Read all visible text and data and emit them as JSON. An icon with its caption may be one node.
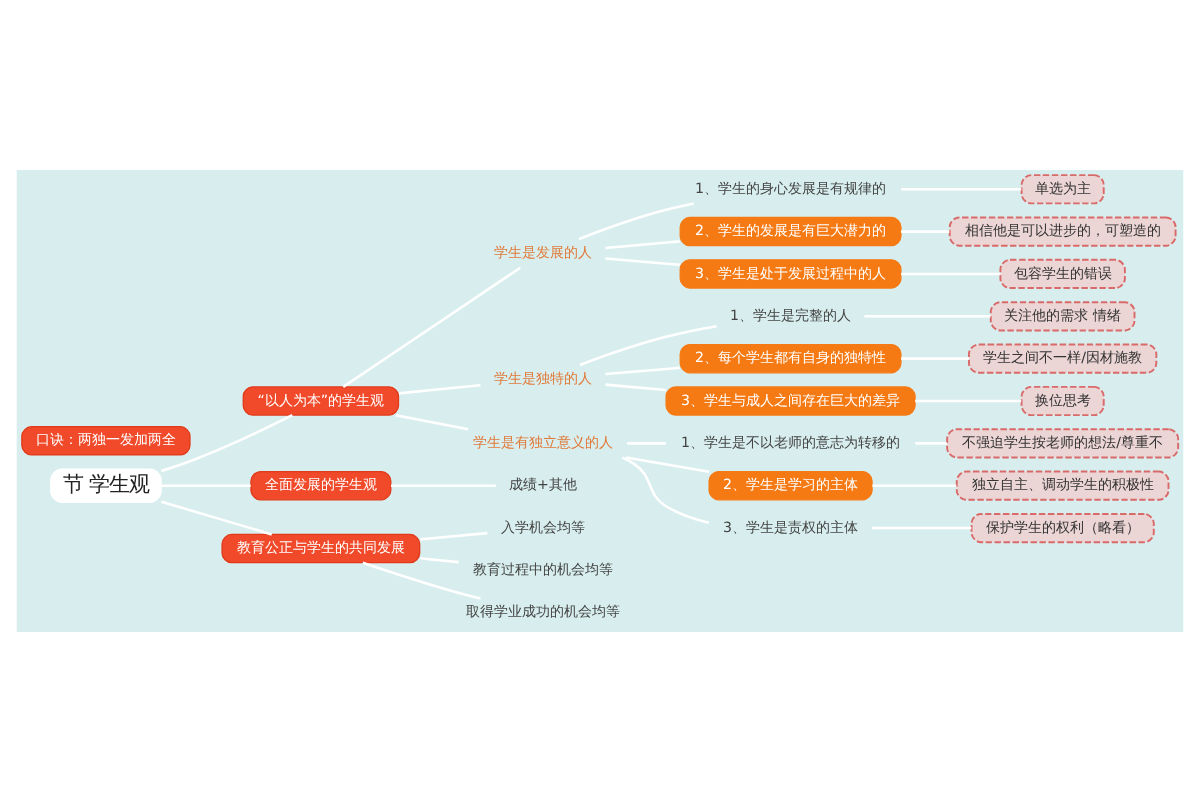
{
  "diagram": {
    "nodes": [
      {
        "text": [
          "节 学生观"
        ]
      },
      {
        "text": [
          "“以人为本”的学生观"
        ]
      },
      {
        "text": [
          "学生是发展的人"
        ]
      },
      {
        "text": [
          "1、学生的身心发展是有规律的"
        ]
      },
      {
        "text": [
          "单选为主"
        ]
      },
      {
        "text": [
          "2、学生的发展是有巨大潜力的"
        ]
      },
      {
        "text": [
          "相信他是可以进步的，可塑造的"
        ]
      },
      {
        "text": [
          "3、学生是处于发展过程中的人"
        ]
      },
      {
        "text": [
          "包容学生的错误"
        ]
      },
      {
        "text": [
          "学生是独特的人"
        ]
      },
      {
        "text": [
          "1、学生是完整的人"
        ]
      },
      {
        "text": [
          "关注他的需求 情绪"
        ]
      },
      {
        "text": [
          "2、每个学生都有自身的独特性"
        ]
      },
      {
        "text": [
          "学生之间不一样/因材施教"
        ]
      },
      {
        "text": [
          "3、学生与成人之间存在巨大的差异"
        ]
      },
      {
        "text": [
          "换位思考"
        ]
      },
      {
        "text": [
          "学生是有独立意义的人"
        ]
      },
      {
        "text": [
          "1、学生是不以老师的意志为转移的"
        ]
      },
      {
        "text": [
          "不强迫学生按老师的想法/尊重不"
        ]
      },
      {
        "text": [
          "2、学生是学习的主体"
        ]
      },
      {
        "text": [
          "独立自主、调动学生的积极性"
        ]
      },
      {
        "text": [
          "3、学生是责权的主体"
        ]
      },
      {
        "text": [
          "保护学生的权利（略看）"
        ]
      },
      {
        "text": [
          "全面发展的学生观"
        ]
      },
      {
        "text": [
          "成绩+其他"
        ]
      },
      {
        "text": [
          "教育公正与学生的共同发展"
        ]
      },
      {
        "text": [
          "入学机会均等"
        ]
      },
      {
        "text": [
          "教育过程中的机会均等"
        ]
      },
      {
        "text": [
          "取得学业成功的机会均等"
        ]
      },
      {
        "text": [
          "口诀：两独一发加两全"
        ]
      }
    ],
    "edges": [
      {
        "from": 0,
        "to": 1,
        "arrow": "none"
      },
      {
        "from": 1,
        "to": 2,
        "arrow": "none"
      },
      {
        "from": 2,
        "to": 3,
        "arrow": "none"
      },
      {
        "from": 3,
        "to": 4,
        "arrow": "none"
      },
      {
        "from": 2,
        "to": 5,
        "arrow": "none"
      },
      {
        "from": 5,
        "to": 6,
        "arrow": "none"
      },
      {
        "from": 2,
        "to": 7,
        "arrow": "none"
      },
      {
        "from": 7,
        "to": 8,
        "arrow": "none"
      },
      {
        "from": 1,
        "to": 9,
        "arrow": "none"
      },
      {
        "from": 9,
        "to": 10,
        "arrow": "none"
      },
      {
        "from": 10,
        "to": 11,
        "arrow": "none"
      },
      {
        "from": 9,
        "to": 12,
        "arrow": "none"
      },
      {
        "from": 12,
        "to": 13,
        "arrow": "none"
      },
      {
        "from": 9,
        "to": 14,
        "arrow": "none"
      },
      {
        "from": 14,
        "to": 15,
        "arrow": "none"
      },
      {
        "from": 1,
        "to": 16,
        "arrow": "none"
      },
      {
        "from": 16,
        "to": 17,
        "arrow": "none"
      },
      {
        "from": 17,
        "to": 18,
        "arrow": "none"
      },
      {
        "from": 16,
        "to": 19,
        "arrow": "none"
      },
      {
        "from": 19,
        "to": 20,
        "arrow": "none"
      },
      {
        "from": 16,
        "to": 21,
        "arrow": "none"
      },
      {
        "from": 21,
        "to": 22,
        "arrow": "none"
      },
      {
        "from": 0,
        "to": 23,
        "arrow": "none"
      },
      {
        "from": 23,
        "to": 24,
        "arrow": "none"
      },
      {
        "from": 0,
        "to": 25,
        "arrow": "none"
      },
      {
        "from": 25,
        "to": 26,
        "arrow": "none"
      },
      {
        "from": 25,
        "to": 27,
        "arrow": "none"
      },
      {
        "from": 25,
        "to": 28,
        "arrow": "none"
      }
    ]
  }
}
